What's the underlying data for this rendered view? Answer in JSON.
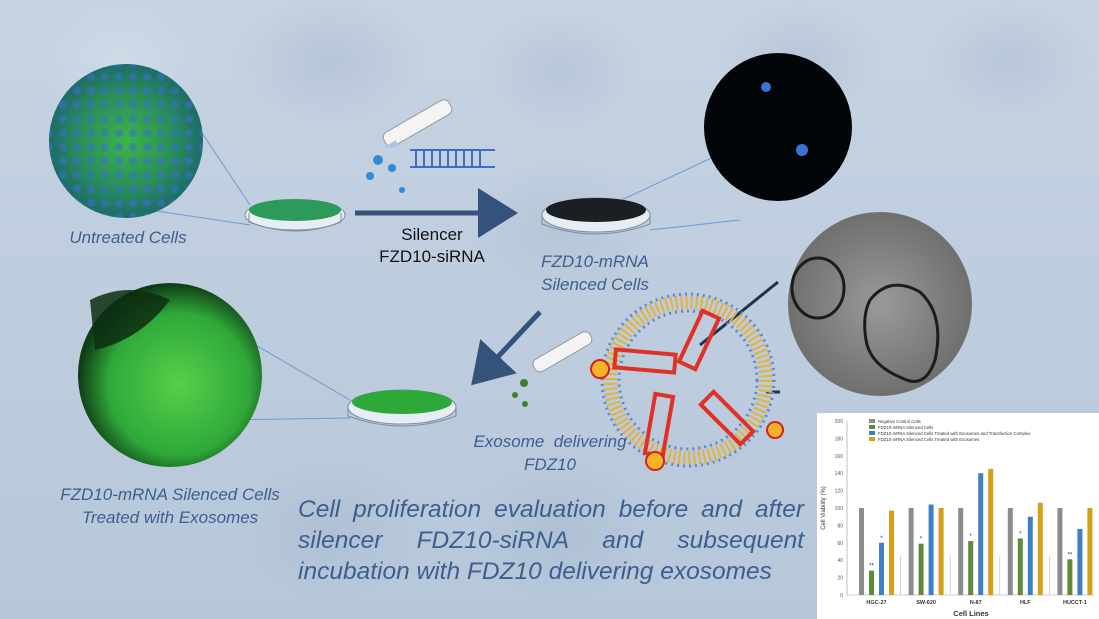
{
  "labels": {
    "untreated": "Untreated Cells",
    "silencer_line1": "Silencer",
    "silencer_line2": "FZD10-siRNA",
    "silenced_line1": "FZD10-mRNA",
    "silenced_line2": "Silenced Cells",
    "treated_line1": "FZD10-mRNA Silenced Cells",
    "treated_line2": "Treated with Exosomes",
    "exosome_line1": "Exosome  delivering",
    "exosome_line2": "FDZ10"
  },
  "caption": "Cell proliferation evaluation before and after silencer FDZ10-siRNA and subsequent incubation with FDZ10 delivering exosomes",
  "colors": {
    "text_blue": "#3c5f8f",
    "arrow": "#34527a",
    "cell_green": "#2ea33f",
    "nucleus_blue": "#3a73d8"
  },
  "chart_data": {
    "type": "bar",
    "xlabel": "Cell Lines",
    "ylabel": "Cell Viability (%)",
    "ylim": [
      0,
      200
    ],
    "yticks": [
      0,
      20,
      40,
      60,
      80,
      100,
      120,
      140,
      160,
      180,
      200
    ],
    "grid": false,
    "legend": "top",
    "categories": [
      "HGC-27",
      "SW-620",
      "N-87",
      "HLF",
      "HUCCT-1"
    ],
    "series": [
      {
        "name": "Negative Control Cells",
        "color": "#8c8c8c",
        "values": [
          100,
          100,
          100,
          100,
          100
        ]
      },
      {
        "name": "FDZ10-mRNA Silenced Cells",
        "color": "#5e8a3a",
        "values": [
          28,
          59,
          62,
          65,
          41
        ]
      },
      {
        "name": "FDZ10-mRNA Silenced Cells Treated with Exosomes and Transfection Complex",
        "color": "#3f7fc6",
        "values": [
          60,
          104,
          140,
          90,
          76
        ]
      },
      {
        "name": "FDZ10-mRNA Silenced Cells Treated with Exosomes",
        "color": "#d4a017",
        "values": [
          97,
          100,
          145,
          106,
          100
        ]
      }
    ],
    "annotations": [
      {
        "category": "HGC-27",
        "text": "**",
        "series": "FDZ10-mRNA Silenced Cells"
      },
      {
        "category": "HGC-27",
        "text": "*",
        "series": "FDZ10-mRNA Silenced Cells Treated with Exosomes and Transfection Complex"
      },
      {
        "category": "SW-620",
        "text": "*",
        "series": "FDZ10-mRNA Silenced Cells"
      },
      {
        "category": "N-87",
        "text": "*",
        "series": "FDZ10-mRNA Silenced Cells"
      },
      {
        "category": "HLF",
        "text": "*",
        "series": "FDZ10-mRNA Silenced Cells"
      },
      {
        "category": "HUCCT-1",
        "text": "**",
        "series": "FDZ10-mRNA Silenced Cells"
      }
    ]
  }
}
